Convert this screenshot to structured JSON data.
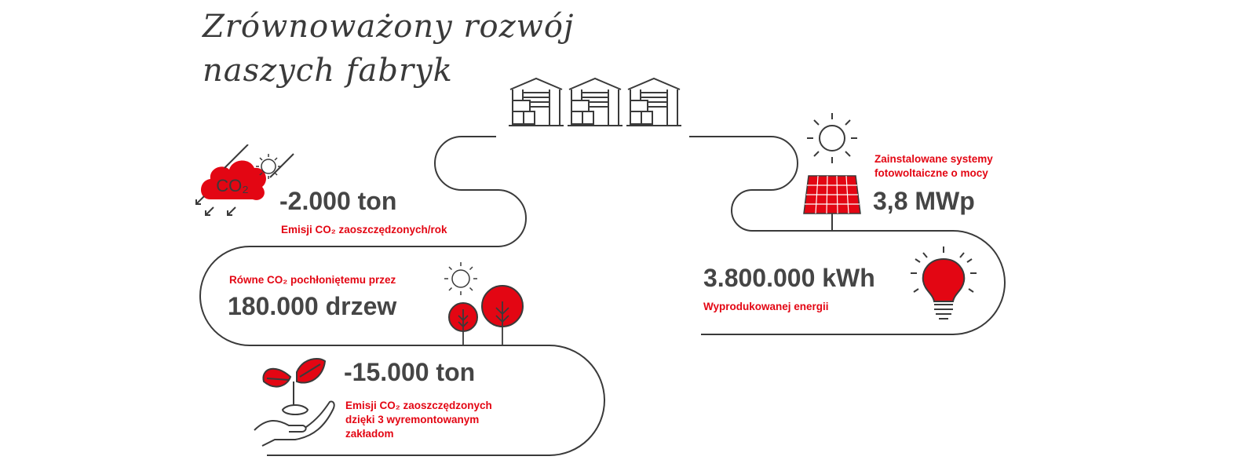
{
  "title": {
    "line1": "Zrównoważony rozwój",
    "line2": "naszych fabryk"
  },
  "co2_icon_label": "CO₂",
  "stats": {
    "emissions": {
      "value": "-2.000 ton",
      "label": "Emisji CO₂ zaoszczędzonych/rok"
    },
    "trees": {
      "label": "Równe CO₂ pochłoniętemu przez",
      "value": "180.000 drzew"
    },
    "renovated": {
      "value": "-15.000 ton",
      "label_line1": "Emisji CO₂ zaoszczędzonych",
      "label_line2": "dzięki 3 wyremontowanym",
      "label_line3": "zakładom"
    },
    "solar": {
      "label_line1": "Zainstalowane systemy",
      "label_line2": "fotowoltaiczne o mocy",
      "value": "3,8 MWp"
    },
    "energy": {
      "value": "3.800.000 kWh",
      "label": "Wyprodukowanej energii"
    }
  },
  "colors": {
    "accent": "#e30613",
    "text": "#454545",
    "line": "#3a3a3a"
  },
  "icons": [
    "factory-icon",
    "co2-cloud-icon",
    "sun-icon",
    "tree-icon",
    "plant-in-hand-icon",
    "solar-panel-icon",
    "light-bulb-icon"
  ]
}
